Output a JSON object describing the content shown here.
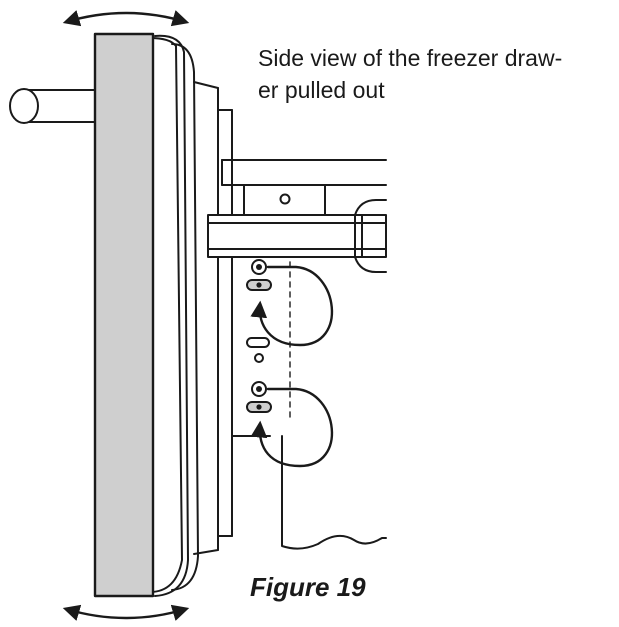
{
  "caption": {
    "line1": "Side view of the freezer draw-",
    "line2": "er pulled out"
  },
  "figure_label": "Figure 19",
  "colors": {
    "ink": "#1a1a1a",
    "door_fill": "#cfcfcf",
    "background": "#ffffff"
  }
}
